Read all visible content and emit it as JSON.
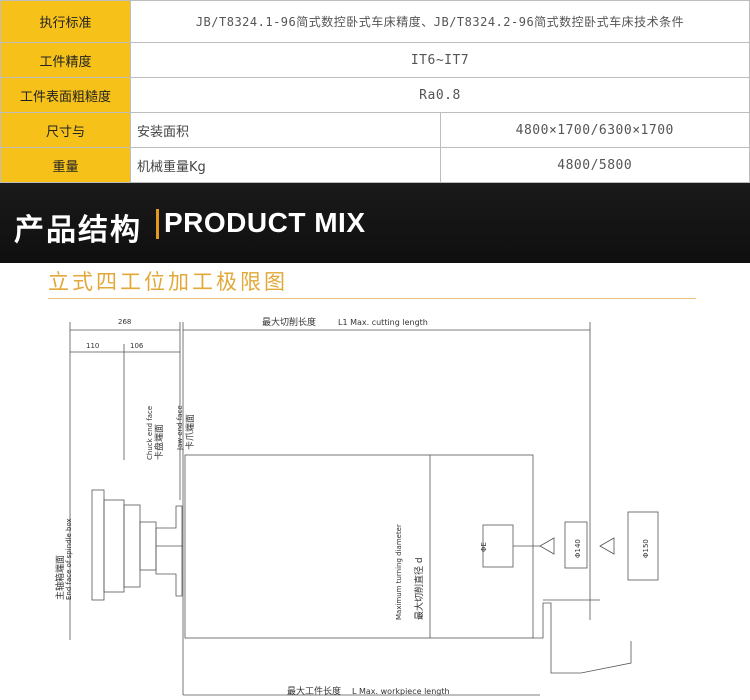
{
  "spec_table": {
    "standard_label": "执行标准",
    "standard_value": "JB/T8324.1-96简式数控卧式车床精度、JB/T8324.2-96简式数控卧式车床技术条件",
    "precision_label": "工件精度",
    "precision_value": "IT6~IT7",
    "roughness_label": "工件表面粗糙度",
    "roughness_value": "Ra0.8",
    "dims_label_line1": "尺寸与",
    "dims_label_line2": "重量",
    "area_label": "安装面积",
    "area_value": "4800×1700/6300×1700",
    "weight_label": "机械重量Kg",
    "weight_value": "4800/5800"
  },
  "banner": {
    "title_cn": "产品结构",
    "title_en": "PRODUCT MIX"
  },
  "section": {
    "title": "立式四工位加工极限图"
  },
  "drawing": {
    "dim_268": "268",
    "dim_110": "110",
    "dim_106": "106",
    "max_cut_cn": "最大切削长度",
    "max_cut_en": "L1  Max. cutting length",
    "spindle_cn": "主轴箱端面",
    "spindle_en": "End face of spindle box",
    "chuck_en": "Chuck end face",
    "chuck_cn": "卡盘端面",
    "jaw_en": "Jaw end face",
    "jaw_cn": "卡爪端面",
    "turning_en": "Maximum turning diameter",
    "turning_cn": "最大切削直径  d",
    "phi_e": "ΦE",
    "phi_140": "Φ140",
    "phi_150": "Φ150",
    "max_work_cn": "最大工件长度",
    "max_work_en": "L  Max. workpiece length"
  }
}
